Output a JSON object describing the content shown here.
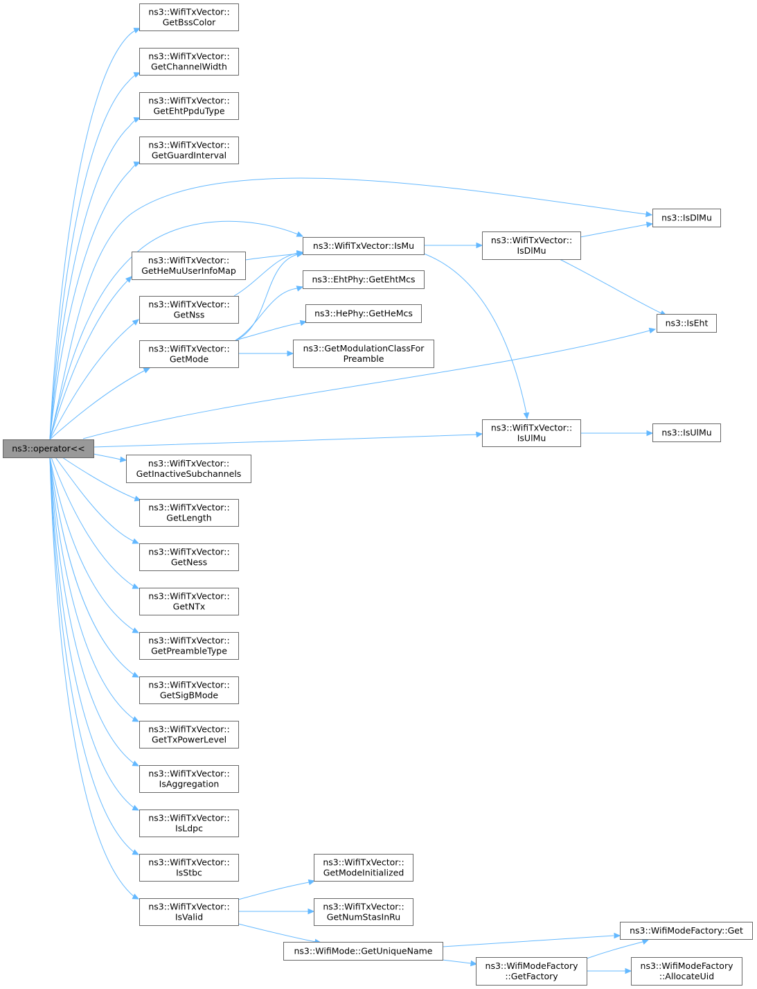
{
  "graph": {
    "nodes": [
      {
        "id": "root",
        "lines": [
          "ns3::operator<<"
        ],
        "root": true
      },
      {
        "id": "GetBssColor",
        "lines": [
          "ns3::WifiTxVector::",
          "GetBssColor"
        ]
      },
      {
        "id": "GetChannelWidth",
        "lines": [
          "ns3::WifiTxVector::",
          "GetChannelWidth"
        ]
      },
      {
        "id": "GetEhtPpduType",
        "lines": [
          "ns3::WifiTxVector::",
          "GetEhtPpduType"
        ]
      },
      {
        "id": "GetGuardInterval",
        "lines": [
          "ns3::WifiTxVector::",
          "GetGuardInterval"
        ]
      },
      {
        "id": "GetHeMuUserInfoMap",
        "lines": [
          "ns3::WifiTxVector::",
          "GetHeMuUserInfoMap"
        ]
      },
      {
        "id": "GetNss",
        "lines": [
          "ns3::WifiTxVector::",
          "GetNss"
        ]
      },
      {
        "id": "GetMode",
        "lines": [
          "ns3::WifiTxVector::",
          "GetMode"
        ]
      },
      {
        "id": "GetInactiveSubchannels",
        "lines": [
          "ns3::WifiTxVector::",
          "GetInactiveSubchannels"
        ]
      },
      {
        "id": "GetLength",
        "lines": [
          "ns3::WifiTxVector::",
          "GetLength"
        ]
      },
      {
        "id": "GetNess",
        "lines": [
          "ns3::WifiTxVector::",
          "GetNess"
        ]
      },
      {
        "id": "GetNTx",
        "lines": [
          "ns3::WifiTxVector::",
          "GetNTx"
        ]
      },
      {
        "id": "GetPreambleType",
        "lines": [
          "ns3::WifiTxVector::",
          "GetPreambleType"
        ]
      },
      {
        "id": "GetSigBMode",
        "lines": [
          "ns3::WifiTxVector::",
          "GetSigBMode"
        ]
      },
      {
        "id": "GetTxPowerLevel",
        "lines": [
          "ns3::WifiTxVector::",
          "GetTxPowerLevel"
        ]
      },
      {
        "id": "IsAggregation",
        "lines": [
          "ns3::WifiTxVector::",
          "IsAggregation"
        ]
      },
      {
        "id": "IsLdpc",
        "lines": [
          "ns3::WifiTxVector::",
          "IsLdpc"
        ]
      },
      {
        "id": "IsStbc",
        "lines": [
          "ns3::WifiTxVector::",
          "IsStbc"
        ]
      },
      {
        "id": "IsValid",
        "lines": [
          "ns3::WifiTxVector::",
          "IsValid"
        ]
      },
      {
        "id": "IsMu",
        "lines": [
          "ns3::WifiTxVector::IsMu"
        ]
      },
      {
        "id": "GetEhtMcs",
        "lines": [
          "ns3::EhtPhy::GetEhtMcs"
        ]
      },
      {
        "id": "GetHeMcs",
        "lines": [
          "ns3::HePhy::GetHeMcs"
        ]
      },
      {
        "id": "GetModulationClassForPreamble",
        "lines": [
          "ns3::GetModulationClassFor",
          "Preamble"
        ]
      },
      {
        "id": "GetModeInitialized",
        "lines": [
          "ns3::WifiTxVector::",
          "GetModeInitialized"
        ]
      },
      {
        "id": "GetNumStasInRu",
        "lines": [
          "ns3::WifiTxVector::",
          "GetNumStasInRu"
        ]
      },
      {
        "id": "GetUniqueName",
        "lines": [
          "ns3::WifiMode::GetUniqueName"
        ]
      },
      {
        "id": "TxIsDlMu",
        "lines": [
          "ns3::WifiTxVector::",
          "IsDlMu"
        ]
      },
      {
        "id": "TxIsUlMu",
        "lines": [
          "ns3::WifiTxVector::",
          "IsUlMu"
        ]
      },
      {
        "id": "GetFactory",
        "lines": [
          "ns3::WifiModeFactory",
          "::GetFactory"
        ]
      },
      {
        "id": "IsDlMu",
        "lines": [
          "ns3::IsDlMu"
        ]
      },
      {
        "id": "IsEht",
        "lines": [
          "ns3::IsEht"
        ]
      },
      {
        "id": "IsUlMu",
        "lines": [
          "ns3::IsUlMu"
        ]
      },
      {
        "id": "FactoryGet",
        "lines": [
          "ns3::WifiModeFactory::Get"
        ]
      },
      {
        "id": "AllocateUid",
        "lines": [
          "ns3::WifiModeFactory",
          "::AllocateUid"
        ]
      }
    ]
  }
}
